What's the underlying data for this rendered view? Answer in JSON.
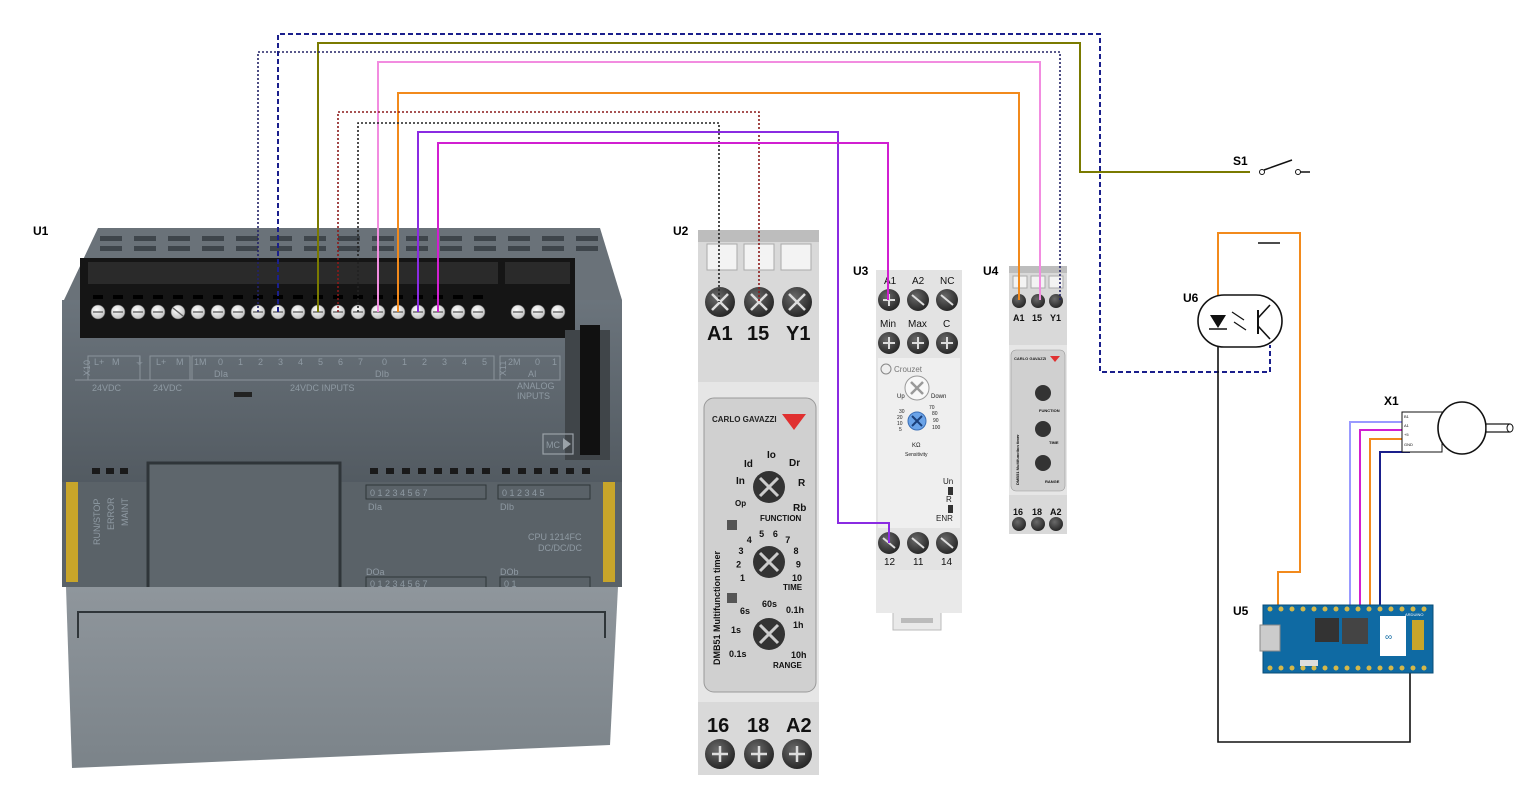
{
  "components": {
    "u1": {
      "ref": "U1",
      "x10_label": "X10",
      "x11_label": "X11",
      "group_24vdc_a": "24VDC",
      "group_24vdc_b": "24VDC",
      "lplus_a": "L+",
      "m_a": "M",
      "lplus_b": "L+",
      "m_b": "M",
      "one_m": "1M",
      "dia_header": "DIa",
      "dib_header": "DIb",
      "inputs_caption": "24VDC INPUTS",
      "two_m": "2M",
      "ai_header": "AI",
      "analog_line1": "ANALOG",
      "analog_line2": "INPUTS",
      "dia_numbers": [
        "0",
        "1",
        "2",
        "3",
        "4",
        "5",
        "6",
        "7"
      ],
      "dib_numbers": [
        "0",
        "1",
        "2",
        "3",
        "4",
        "5"
      ],
      "ai_numbers": [
        "0",
        "1"
      ],
      "run_stop": "RUN/STOP",
      "error": "ERROR",
      "maint": "MAINT",
      "led_dia_label": "DIa",
      "led_dib_label": "DIb",
      "led_dia_numbers": "0 1 2 3 4 5 6 7",
      "led_dib_numbers": "0 1 2 3 4 5",
      "cpu_line1": "CPU 1214FC",
      "cpu_line2": "DC/DC/DC",
      "doa_label": "DOa",
      "dob_label": "DOb",
      "doa_numbers": "0 1 2 3 4 5 6 7",
      "dob_numbers": "0 1",
      "mc_label": "MC"
    },
    "u2": {
      "ref": "U2",
      "top_terminals": [
        "A1",
        "15",
        "Y1"
      ],
      "bottom_terminals": [
        "16",
        "18",
        "A2"
      ],
      "brand": "CARLO GAVAZZI",
      "model": "DMB51 Multifunction timer",
      "function_label": "FUNCTION",
      "time_label": "TIME",
      "range_label": "RANGE",
      "func_marks": {
        "id": "Id",
        "io": "Io",
        "dr": "Dr",
        "in": "In",
        "r": "R",
        "op": "Op",
        "rb": "Rb"
      },
      "time_marks": [
        "1",
        "2",
        "3",
        "4",
        "5",
        "6",
        "7",
        "8",
        "9",
        "10"
      ],
      "range_marks": {
        "r01s": "0.1s",
        "r1s": "1s",
        "r6s": "6s",
        "r60s": "60s",
        "r01h": "0.1h",
        "r1h": "1h",
        "r10h": "10h"
      }
    },
    "u3": {
      "ref": "U3",
      "top_row1": [
        "A1",
        "A2",
        "NC"
      ],
      "top_row2": [
        "Min",
        "Max",
        "C"
      ],
      "brand": "Crouzet",
      "up": "Up",
      "down": "Down",
      "kohm": "KΩ",
      "sensitivity": "Sensitivity",
      "scale_left": [
        "30",
        "20",
        "10",
        "5"
      ],
      "scale_right": [
        "70",
        "80",
        "90",
        "100"
      ],
      "led_labels": [
        "Un",
        "R",
        "ENR"
      ],
      "bottom_terminals": [
        "12",
        "11",
        "14"
      ]
    },
    "u4": {
      "ref": "U4",
      "top_terminals": [
        "A1",
        "15",
        "Y1"
      ],
      "bottom_terminals": [
        "16",
        "18",
        "A2"
      ],
      "brand": "CARLO GAVAZZI",
      "model": "DMB51 Multifunction timer",
      "function_label": "FUNCTION",
      "time_label": "TIME",
      "range_label": "RANGE"
    },
    "s1": {
      "ref": "S1"
    },
    "u6": {
      "ref": "U6"
    },
    "x1": {
      "ref": "X1",
      "pins": [
        "B1",
        "A1",
        "+5",
        "GND"
      ]
    },
    "u5": {
      "ref": "U5",
      "board_text": "ARDUINO"
    }
  },
  "colors": {
    "olive": "#7a7a00",
    "pink": "#f28ce0",
    "orange": "#f28a1c",
    "purple": "#8a2be2",
    "magenta": "#d11fd1",
    "navy": "#1a1f8c",
    "darkred": "#8b1a1a",
    "black": "#000000",
    "lavender": "#9999ff"
  }
}
